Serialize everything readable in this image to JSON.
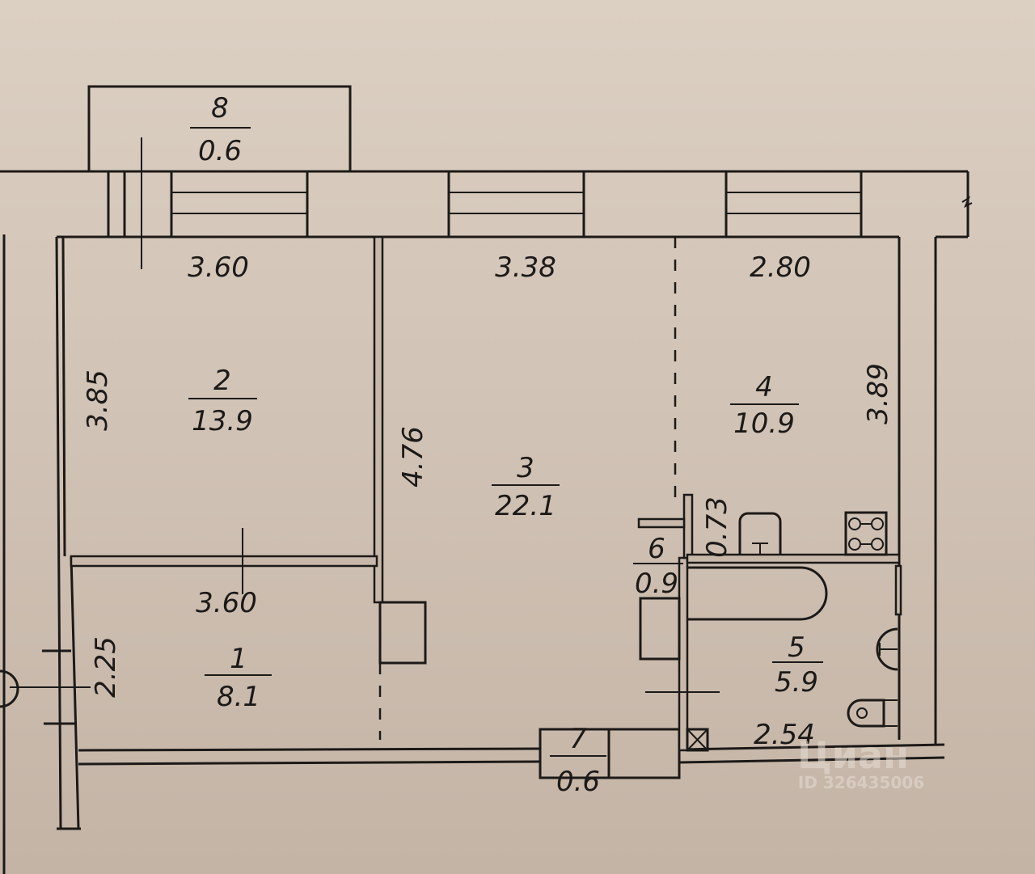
{
  "rooms": [
    {
      "number": "1",
      "area": "8.1"
    },
    {
      "number": "2",
      "area": "13.9"
    },
    {
      "number": "3",
      "area": "22.1"
    },
    {
      "number": "4",
      "area": "10.9"
    },
    {
      "number": "5",
      "area": "5.9"
    },
    {
      "number": "6",
      "area": "0.9"
    },
    {
      "number": "7",
      "area": "0.6"
    },
    {
      "number": "8",
      "area": "0.6"
    }
  ],
  "dimensions": {
    "room2_width": "3.60",
    "room3_width": "3.38",
    "room4_width": "2.80",
    "room2_height": "3.85",
    "room3_height": "4.76",
    "room4_height": "3.89",
    "room1_width": "3.60",
    "room1_height": "2.25",
    "bath_wall": "0.73",
    "room5_width": "2.54"
  },
  "watermark": {
    "brand": "Циан",
    "id": "ID 326435006"
  },
  "colors": {
    "paper": "#cbbcae",
    "ink": "#1c1a18"
  }
}
